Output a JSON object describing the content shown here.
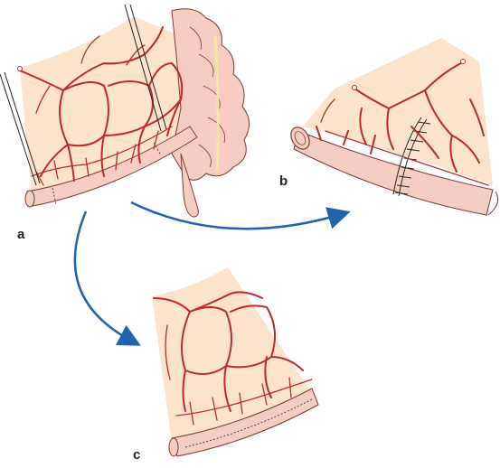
{
  "labels": {
    "a": "a",
    "b": "b",
    "c": "c"
  },
  "colors": {
    "mesentery": "#fbe3cc",
    "vessel": "#c0282d",
    "bowel_fill": "#f6cdc2",
    "bowel_outline": "#7a3b32",
    "arrow": "#1f64ad",
    "background": "#ffffff"
  },
  "icons": {
    "arrow_a_to_b": "curved-arrow-right",
    "arrow_a_to_c": "curved-arrow-down"
  }
}
